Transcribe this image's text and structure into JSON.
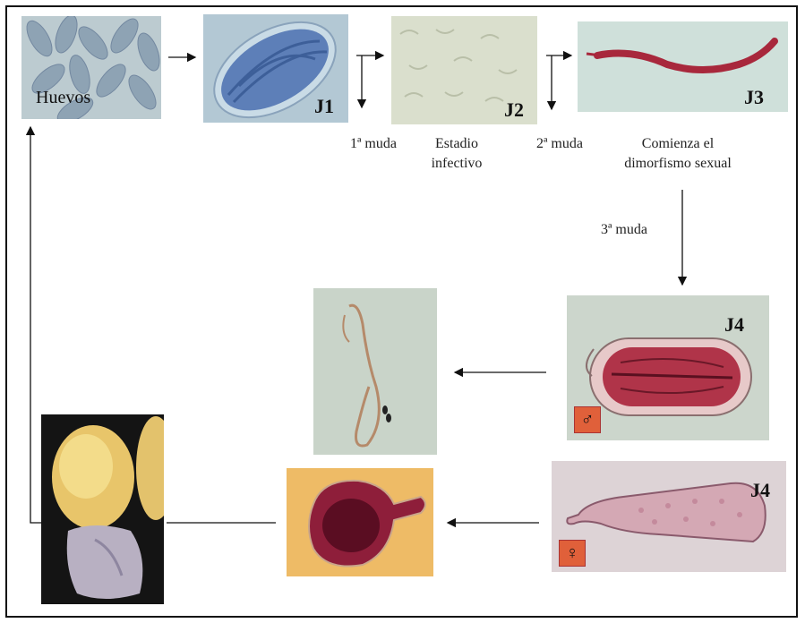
{
  "stages": {
    "eggs": {
      "label": "Huevos"
    },
    "j1": {
      "label": "J1"
    },
    "j2": {
      "label": "J2"
    },
    "j3": {
      "label": "J3"
    },
    "j4_male": {
      "label": "J4",
      "symbol": "♂"
    },
    "j4_female": {
      "label": "J4",
      "symbol": "♀"
    }
  },
  "captions": {
    "first_molt": "1ª muda",
    "infective_line1": "Estadio",
    "infective_line2": "infectivo",
    "second_molt": "2ª muda",
    "dimorphism_line1": "Comienza el",
    "dimorphism_line2": "dimorfismo sexual",
    "third_molt": "3ª muda"
  },
  "colors": {
    "eggs_bg": "#b7c8cc",
    "j1_bg": "#a8bfcf",
    "j2_bg": "#d9dccb",
    "j3_bg": "#c9dcd6",
    "stain_red": "#a8283c",
    "male_adult_bg": "#c6d2c6",
    "female_adult_bg": "#f0b860",
    "root_bg": "#1a1a1a",
    "sex_badge": "#e0603a"
  }
}
